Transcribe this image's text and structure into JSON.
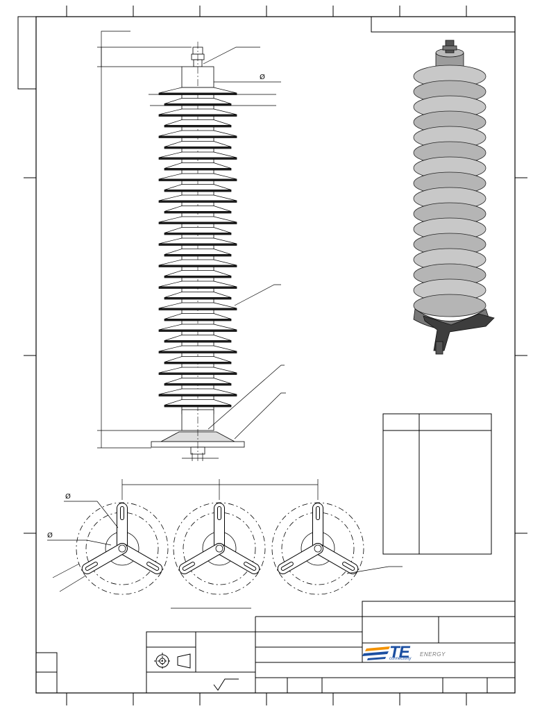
{
  "drawing": {
    "diameter_symbol": "Ø",
    "brand": {
      "logo": "TE",
      "tagline": "connectivity",
      "division": "ENERGY",
      "colors": {
        "blue": "#1c4fa1",
        "orange": "#f39200",
        "grey": "#7a7a7a"
      }
    },
    "icons": [
      "projection-symbol-icon",
      "surface-finish-icon"
    ]
  }
}
